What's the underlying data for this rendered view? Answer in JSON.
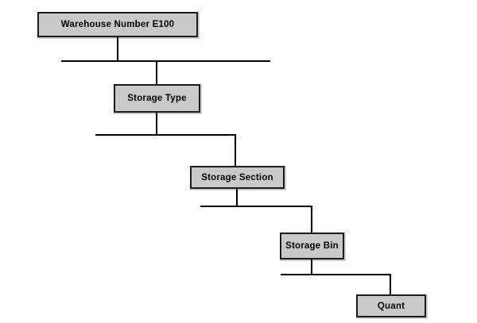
{
  "diagram": {
    "type": "hierarchy-tree",
    "nodes": [
      {
        "id": "warehouse",
        "label": "Warehouse Number E100",
        "level": 1
      },
      {
        "id": "storage-type",
        "label": "Storage Type",
        "level": 2
      },
      {
        "id": "storage-section",
        "label": "Storage Section",
        "level": 3
      },
      {
        "id": "storage-bin",
        "label": "Storage Bin",
        "level": 4
      },
      {
        "id": "quant",
        "label": "Quant",
        "level": 5
      }
    ],
    "edges": [
      {
        "from": "Warehouse Number E100",
        "to": "Storage Type"
      },
      {
        "from": "Storage Type",
        "to": "Storage Section"
      },
      {
        "from": "Storage Section",
        "to": "Storage Bin"
      },
      {
        "from": "Storage Bin",
        "to": "Quant"
      }
    ]
  },
  "colors": {
    "background": "#ffffff",
    "node_fill": "#c9c9c9",
    "node_border": "#1a1a1a",
    "connector": "#000000",
    "text": "#000000"
  }
}
